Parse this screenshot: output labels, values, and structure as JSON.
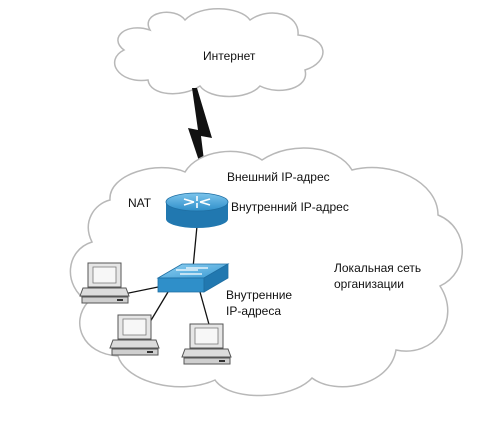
{
  "labels": {
    "internet": "Интернет",
    "external_ip": "Внешний IP-адрес",
    "nat": "NAT",
    "internal_ip": "Внутренний IP-адрес",
    "lan_line1": "Локальная сеть",
    "lan_line2": "организации",
    "internal_ips_line1": "Внутренние",
    "internal_ips_line2": "IP-адреса"
  },
  "colors": {
    "cloud_stroke": "#b8b8b8",
    "device_blue": "#2f8fc9",
    "lightning": "#111111",
    "pc_body": "#e6e6e6"
  },
  "icons": [
    "cloud-internet",
    "lightning-link",
    "router",
    "switch",
    "pc"
  ]
}
